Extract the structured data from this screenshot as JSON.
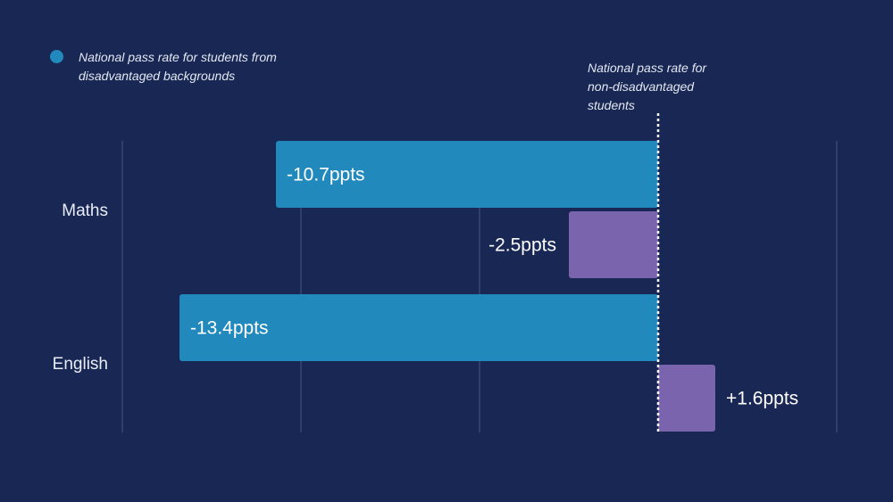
{
  "legend": {
    "label": "National pass rate for students from disadvantaged backgrounds",
    "color": "#2289bd"
  },
  "reference_line_label": "National pass rate for non-disadvantaged students",
  "colors": {
    "background": "#182754",
    "series_primary": "#2289bd",
    "series_secondary": "#7a64ad",
    "gridline": "#4a5680",
    "reference_line": "#ffffff"
  },
  "chart_data": {
    "type": "bar",
    "orientation": "horizontal",
    "categories": [
      "Maths",
      "English"
    ],
    "series": [
      {
        "name": "National pass rate for students from disadvantaged backgrounds",
        "values": [
          -10.7,
          -13.4
        ],
        "labels": [
          "-10.7ppts",
          "-13.4ppts"
        ]
      },
      {
        "values": [
          -2.5,
          1.6
        ],
        "labels": [
          "-2.5ppts",
          "+1.6ppts"
        ]
      }
    ],
    "xlim": [
      -15,
      5
    ],
    "grid": true,
    "legend_position": "top-left",
    "reference_line": {
      "x": 0,
      "label": "National pass rate for non-disadvantaged students"
    }
  }
}
